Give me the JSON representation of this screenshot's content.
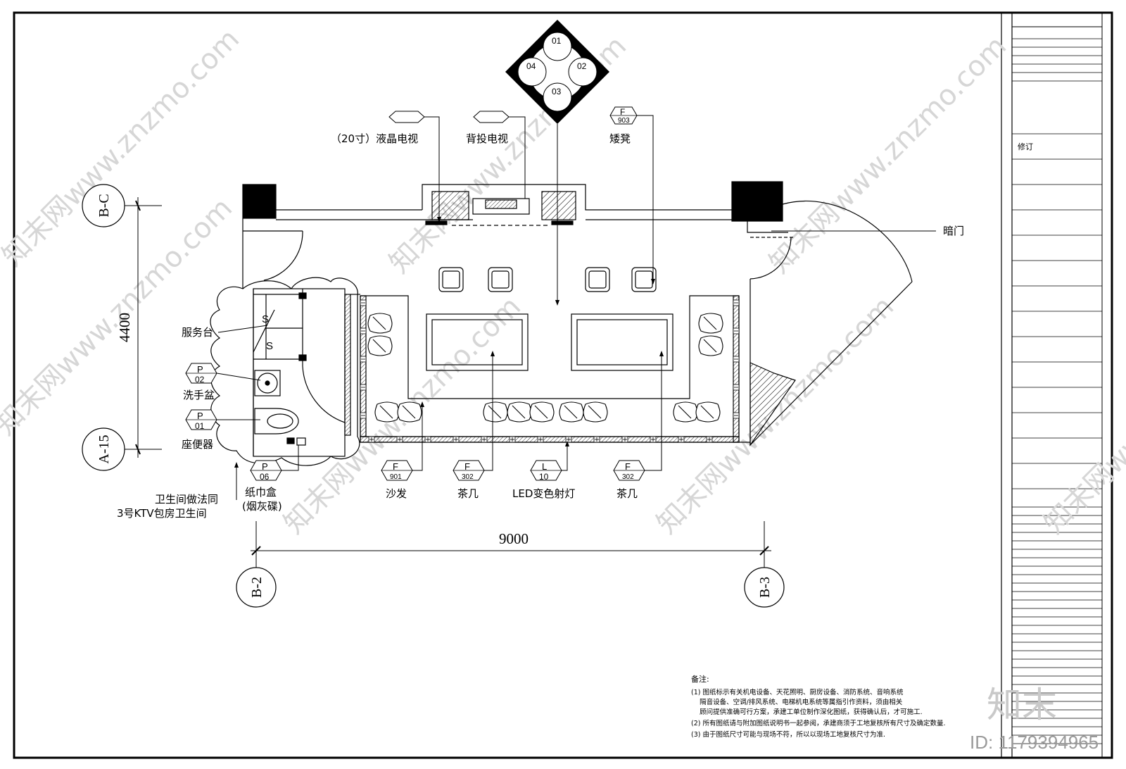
{
  "tv_lcd_label": "（20寸）液晶电视",
  "tv_rear_label": "背投电视",
  "stool_label": "矮凳",
  "stool_tag": {
    "letter": "F",
    "code": "903"
  },
  "hidden_door_label": "暗门",
  "service_counter_label": "服务台",
  "washbasin_label": "洗手盆",
  "washbasin_tag": {
    "letter": "P",
    "code": "02"
  },
  "toilet_label": "座便器",
  "toilet_tag": {
    "letter": "P",
    "code": "01"
  },
  "tissue_box_label": "纸巾盒",
  "ashtray_label": "(烟灰碟)",
  "tissue_tag": {
    "letter": "P",
    "code": "06"
  },
  "bathroom_note_line1": "卫生间做法同",
  "bathroom_note_line2": "3号KTV包房卫生间",
  "sofa_label": "沙发",
  "sofa_tag": {
    "letter": "F",
    "code": "901"
  },
  "tea_table_label_1": "茶几",
  "tea_table_tag_1": {
    "letter": "F",
    "code": "302"
  },
  "led_label": "LED变色射灯",
  "led_tag": {
    "letter": "L",
    "code": "10"
  },
  "tea_table_label_2": "茶几",
  "tea_table_tag_2": {
    "letter": "F",
    "code": "302"
  },
  "dim_vertical": "4400",
  "dim_horizontal": "9000",
  "grid_bc": "B-C",
  "grid_a15": "A-15",
  "grid_b2": "B-2",
  "grid_b3": "B-3",
  "elevation_marks": [
    "01",
    "02",
    "03",
    "04"
  ],
  "title_block_revision": "修订",
  "notes_heading": "备注:",
  "notes": [
    "(1) 图纸标示有关机电设备、天花照明、厨房设备、消防系统、音响系统",
    "    隔音设备、空调/排风系统、电梯机电系统等属指引作资料，须由相关",
    "    顾问提供准确可行方案，承建工单位制作深化图纸，获得确认后，才可施工.",
    "(2) 所有图纸请与附加图纸说明书一起参阅，承建商须于工地复核所有尺寸及确定数量.",
    "(3) 由于图纸尺寸可能与现场不符，所以以现场工地复核尺寸为准."
  ],
  "watermark_text": "知末网www.znzmo.com",
  "watermark_logo": "知末",
  "watermark_id": "ID: 1179394965"
}
